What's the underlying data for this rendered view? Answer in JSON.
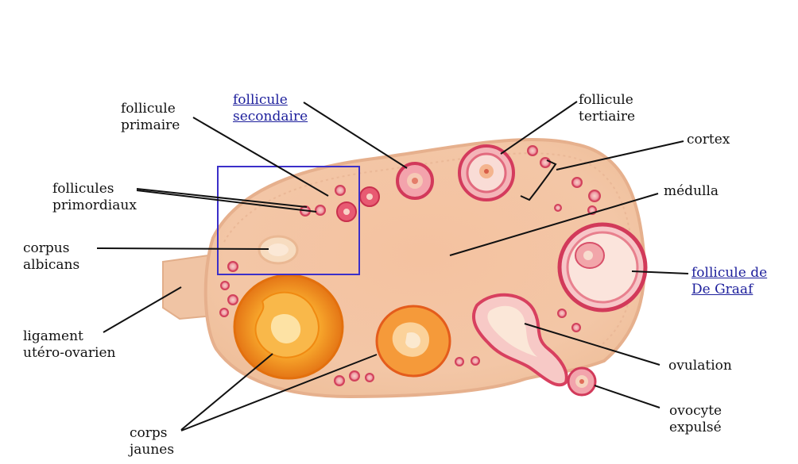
{
  "labels": {
    "follicule_primaire": [
      "follicule",
      "primaire"
    ],
    "follicule_secondaire": [
      "follicule",
      "secondaire"
    ],
    "follicule_tertiaire": [
      "follicule",
      "tertiaire"
    ],
    "cortex": "cortex",
    "follicules_primordiaux": [
      "follicules",
      "primordiaux"
    ],
    "medulla": "médulla",
    "corpus_albicans": [
      "corpus",
      "albicans"
    ],
    "follicule_de_graaf": [
      "follicule de",
      "De Graaf"
    ],
    "ligament": [
      "ligament",
      "utéro-ovarien"
    ],
    "ovulation": "ovulation",
    "ovocyte": [
      "ovocyte",
      "expulsé"
    ],
    "corps_jaunes": [
      "corps",
      "jaunes"
    ]
  },
  "colors": {
    "ovary_fill": "#f5c9a8",
    "ovary_edge": "#e9b48f",
    "follicle_ring": "#d93f5e",
    "corpus_luteum": "#f08a12",
    "highlight_box": "#3b2fc9",
    "link": "#1d1f9c"
  }
}
